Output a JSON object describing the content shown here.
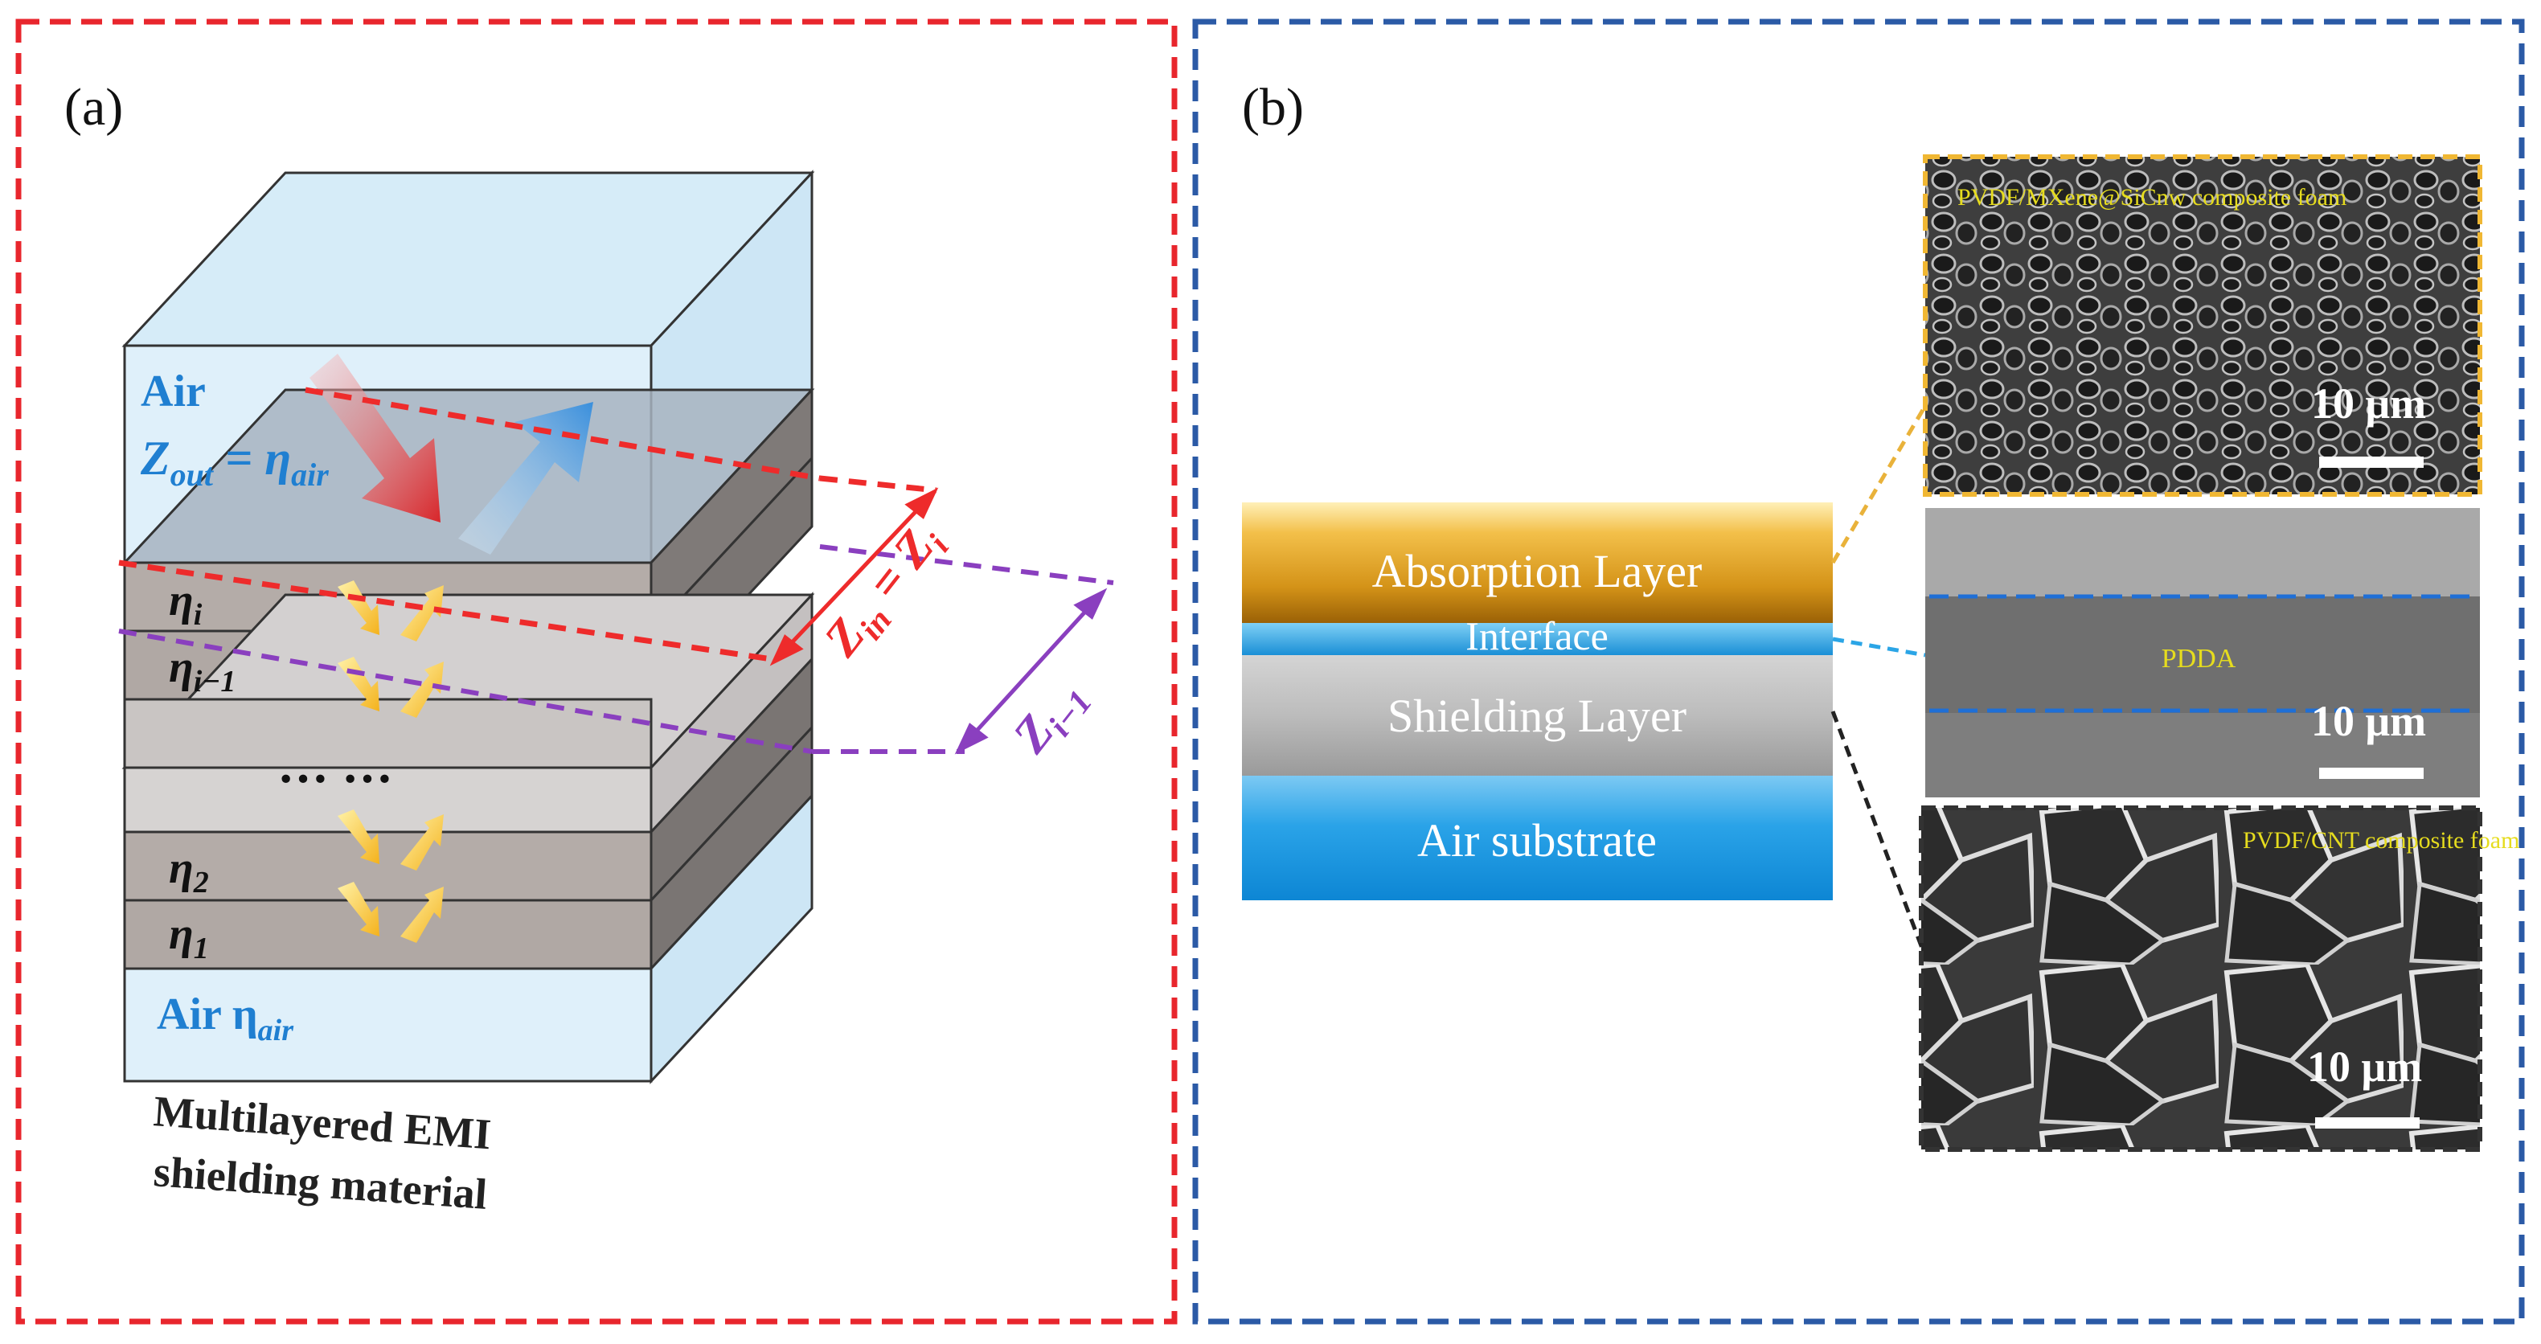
{
  "panel_a": {
    "label": "(a)",
    "air_top": "Air",
    "z_out": "Z",
    "z_out_sub": "out",
    "z_out_eq": " = η",
    "z_out_eq_sub": "air",
    "eta_i": "η",
    "eta_i_sub": "i",
    "eta_i1": "η",
    "eta_i1_sub": "i−1",
    "dots": "···  ···",
    "eta_2": "η",
    "eta_2_sub": "2",
    "eta_1": "η",
    "eta_1_sub": "1",
    "air_bottom": "Air η",
    "air_bottom_sub": "air",
    "zin_main": "Z",
    "zin_sub": "in",
    "zin_eq": " = Z",
    "zin_eq_sub": "i",
    "zi1_main": "Z",
    "zi1_sub": "i−1",
    "caption_line1": "Multilayered EMI",
    "caption_line2": "shielding material"
  },
  "panel_b": {
    "label": "(b)",
    "layers": [
      "Absorption Layer",
      "Interface",
      "Shielding Layer",
      "Air substrate"
    ],
    "sem_top_caption": "PVDF/MXene@SiCnw composite foam",
    "sem_mid_caption": "PDDA",
    "sem_bot_caption": "PVDF/CNT composite foam",
    "scale_bar": "10 μm"
  },
  "colors": {
    "panel_a_border": "#e8262d",
    "panel_b_border": "#2b5aa6",
    "label_blue": "#1f7fd1",
    "red_line": "#ee2b2b",
    "purple_line": "#8a3fbf",
    "absorption_top": "#f5c24b",
    "absorption_bottom": "#a86b08",
    "interface": "#2ba5e6",
    "shielding": "#bdbdbd",
    "air_substrate": "#2aa3e8",
    "sem_caption": "#e6dc1e"
  }
}
